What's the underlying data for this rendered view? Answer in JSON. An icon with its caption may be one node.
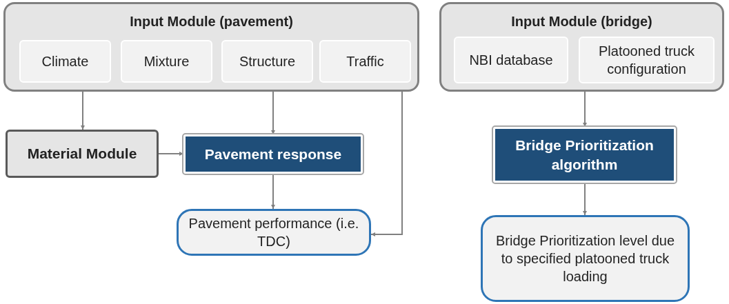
{
  "diagram": {
    "nodes": [
      {
        "text": [
          "Input Module (pavement)"
        ]
      },
      {
        "text": [
          "Climate"
        ],
        "in": 0
      },
      {
        "text": [
          "Mixture"
        ],
        "in": 0
      },
      {
        "text": [
          "Structure"
        ],
        "in": 0
      },
      {
        "text": [
          "Traffic"
        ],
        "in": 0
      },
      {
        "text": [
          "Input Module (bridge)"
        ]
      },
      {
        "text": [
          "NBI database"
        ],
        "in": 5
      },
      {
        "text": [
          "Platooned truck configuration"
        ],
        "in": 5
      },
      {
        "text": [
          "Material Module"
        ]
      },
      {
        "text": [
          "Pavement response"
        ]
      },
      {
        "text": [
          "Bridge Prioritization algorithm"
        ]
      },
      {
        "text": [
          "Pavement performance (i.e. TDC)"
        ]
      },
      {
        "text": [
          "Bridge Prioritization level due to specified platooned truck loading"
        ]
      }
    ],
    "edges": [
      {
        "from": 0,
        "to": 8,
        "arrow": "to"
      },
      {
        "from": 0,
        "to": 9,
        "arrow": "to"
      },
      {
        "from": 8,
        "to": 9,
        "arrow": "to"
      },
      {
        "from": 9,
        "to": 11,
        "arrow": "to"
      },
      {
        "from": 0,
        "to": 11,
        "arrow": "to"
      },
      {
        "from": 5,
        "to": 10,
        "arrow": "to"
      },
      {
        "from": 10,
        "to": 12,
        "arrow": "to"
      }
    ]
  }
}
